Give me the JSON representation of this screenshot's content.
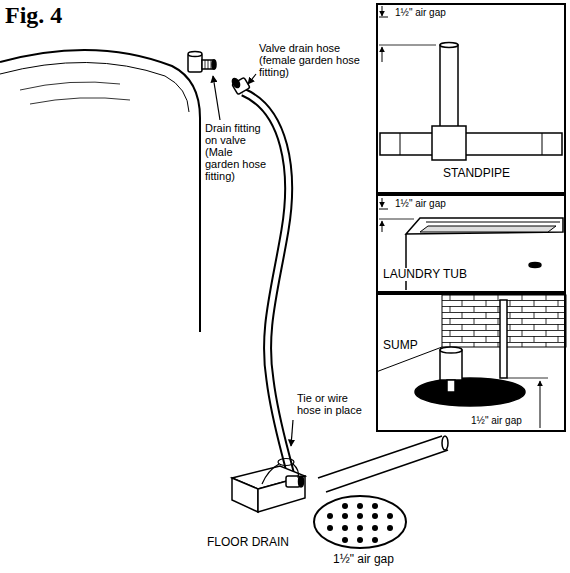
{
  "diagram": {
    "title": "Fig. 4",
    "nodes": [
      {
        "text": [
          "1½\" air gap",
          "STANDPIPE"
        ]
      },
      {
        "text": [
          "1½\" air gap",
          "LAUNDRY TUB"
        ]
      },
      {
        "text": [
          "SUMP",
          "1½\" air gap"
        ]
      }
    ],
    "labels": [
      "Valve drain hose (female garden hose fitting)",
      "Drain fitting on valve (Male garden hose fitting)",
      "Tie or wire hose in place",
      "FLOOR DRAIN",
      "1½\" air gap"
    ]
  }
}
